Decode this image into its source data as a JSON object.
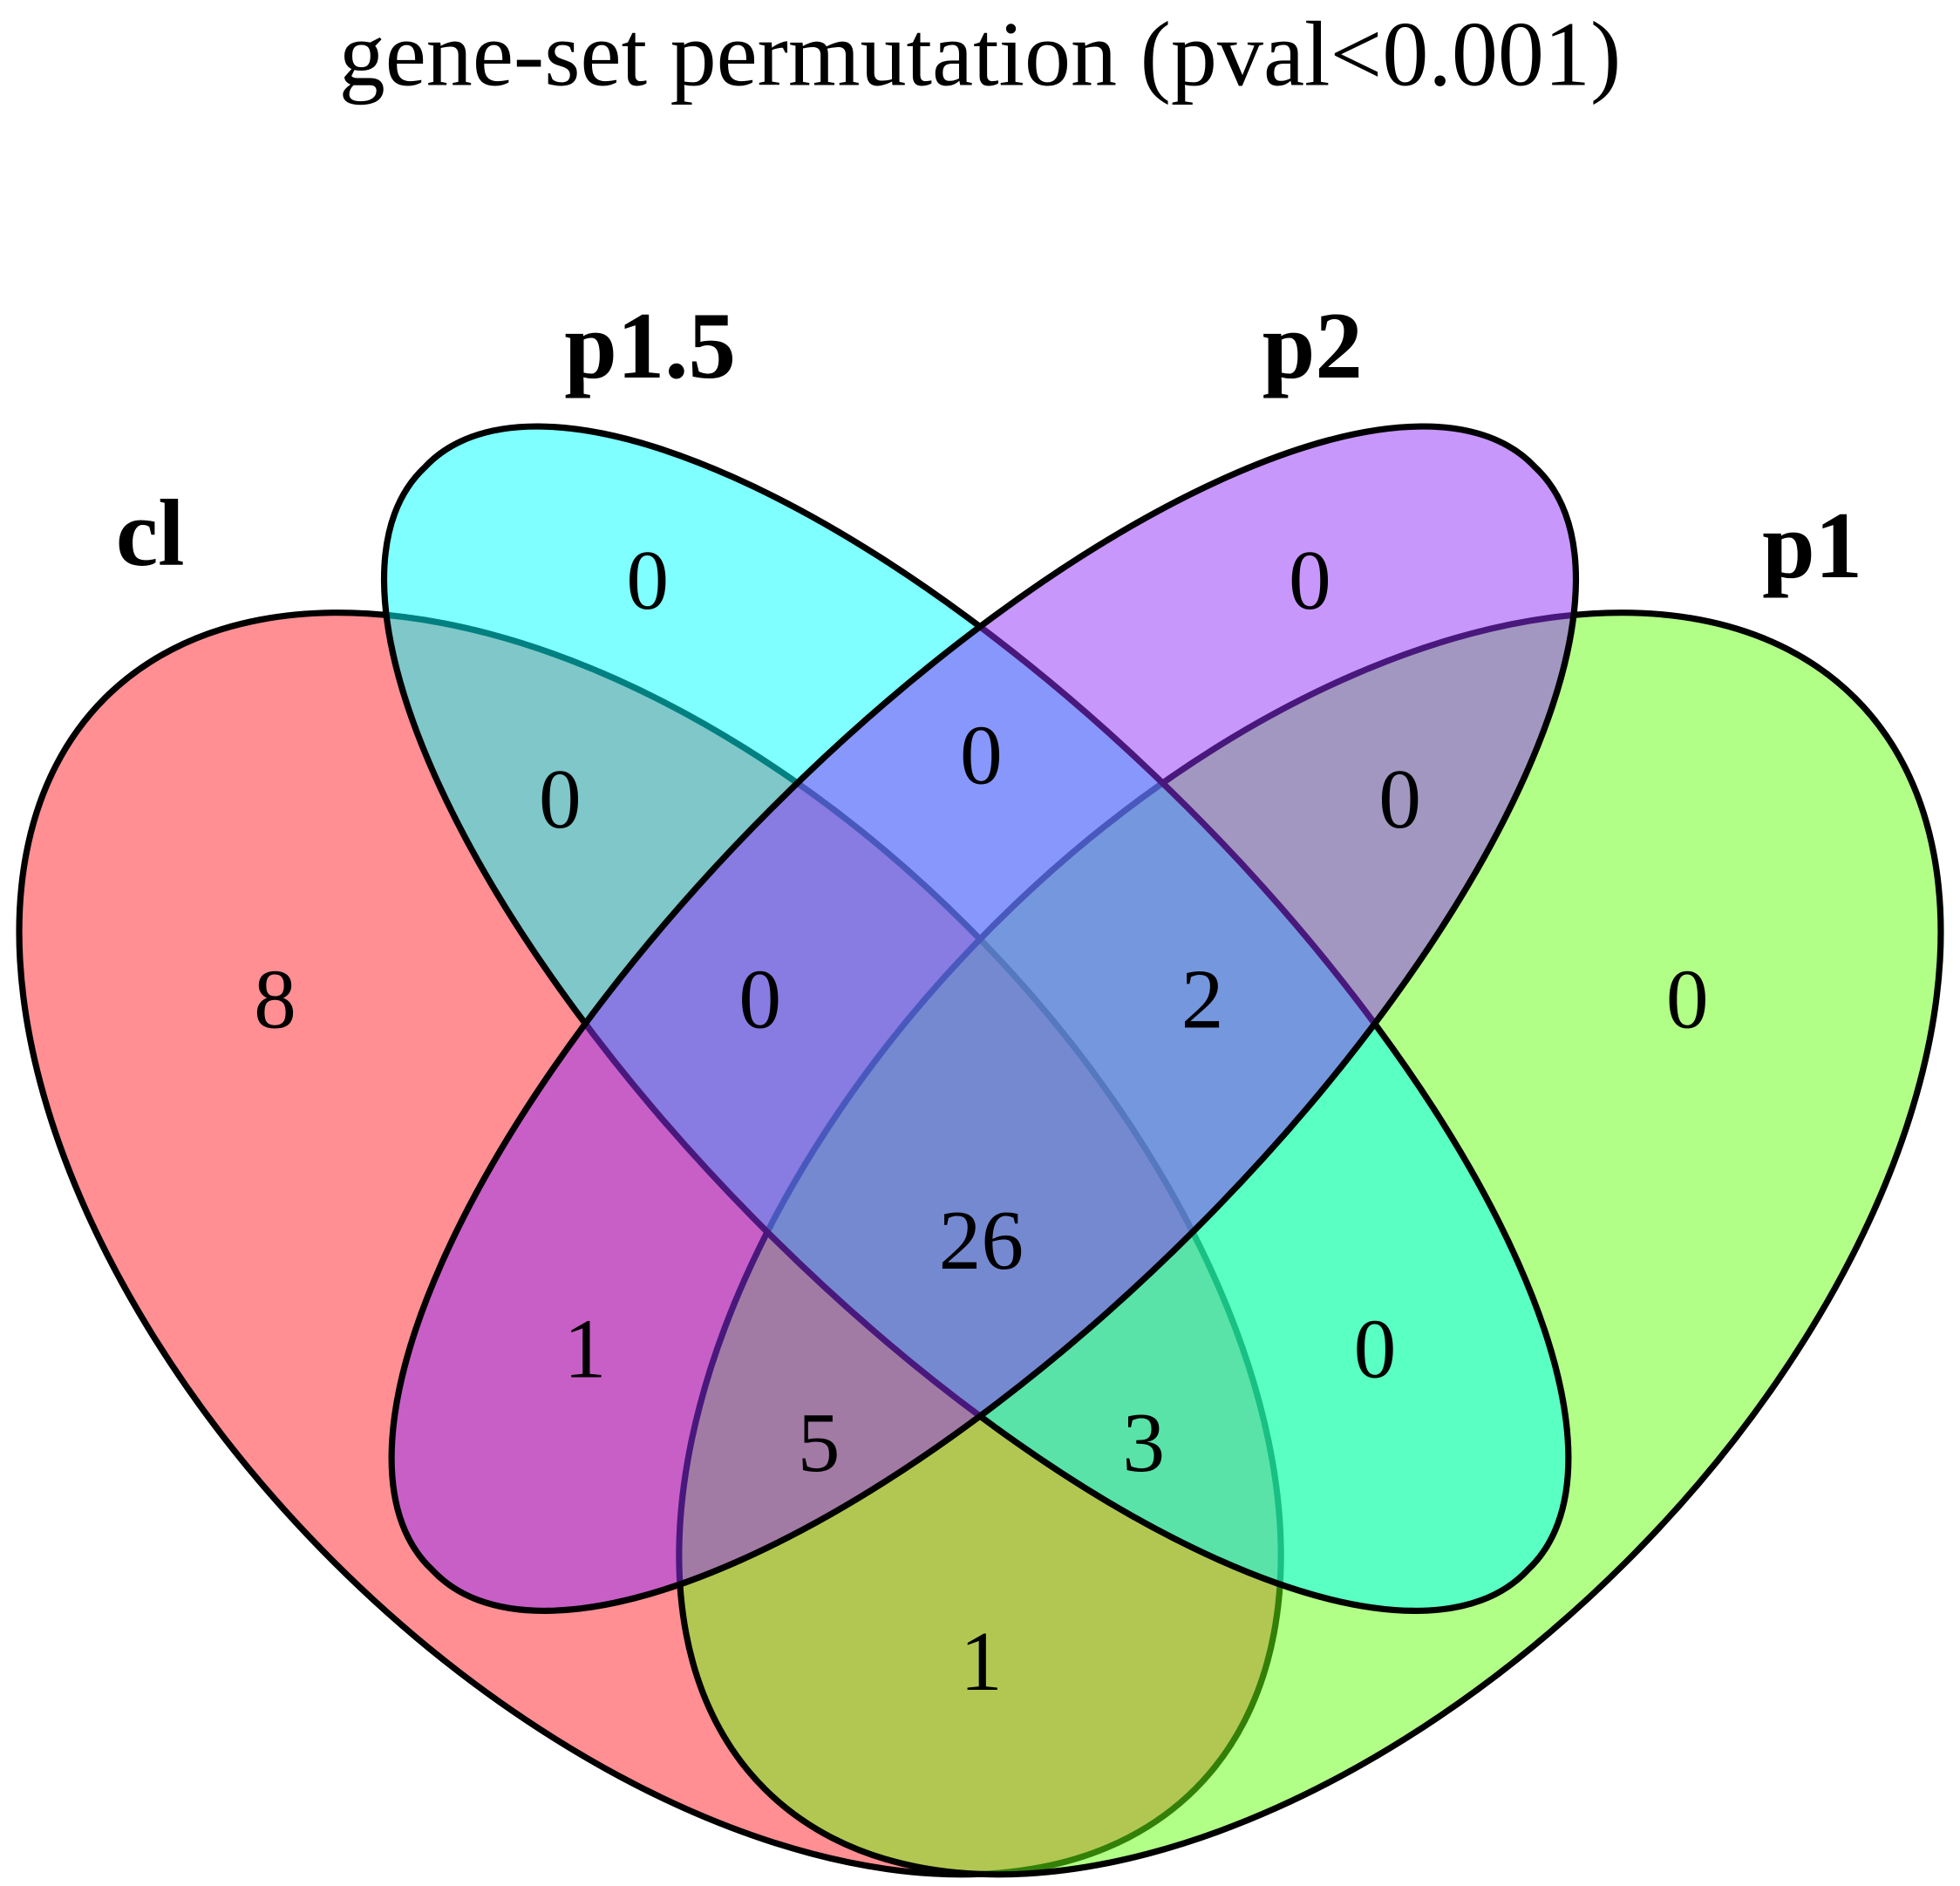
{
  "chart_data": {
    "type": "venn",
    "title": "gene-set permutation (pval<0.001)",
    "sets": [
      {
        "name": "cl",
        "color": "#FF1F28"
      },
      {
        "name": "p1.5",
        "color": "#00FFFF"
      },
      {
        "name": "p2",
        "color": "#9130F9"
      },
      {
        "name": "p1",
        "color": "#66FF0F"
      }
    ],
    "regions": {
      "cl": 8,
      "p1.5": 0,
      "p2": 0,
      "p1": 0,
      "cl&p1.5": 0,
      "p1.5&p2": 0,
      "p2&p1": 0,
      "cl&p1.5&p2": 0,
      "p1.5&p2&p1": 2,
      "cl&p2": 1,
      "p1.5&p1": 0,
      "cl&p1.5&p2&p1": 26,
      "cl&p2&p1": 5,
      "cl&p1.5&p1": 3,
      "cl&p1": 1
    }
  }
}
